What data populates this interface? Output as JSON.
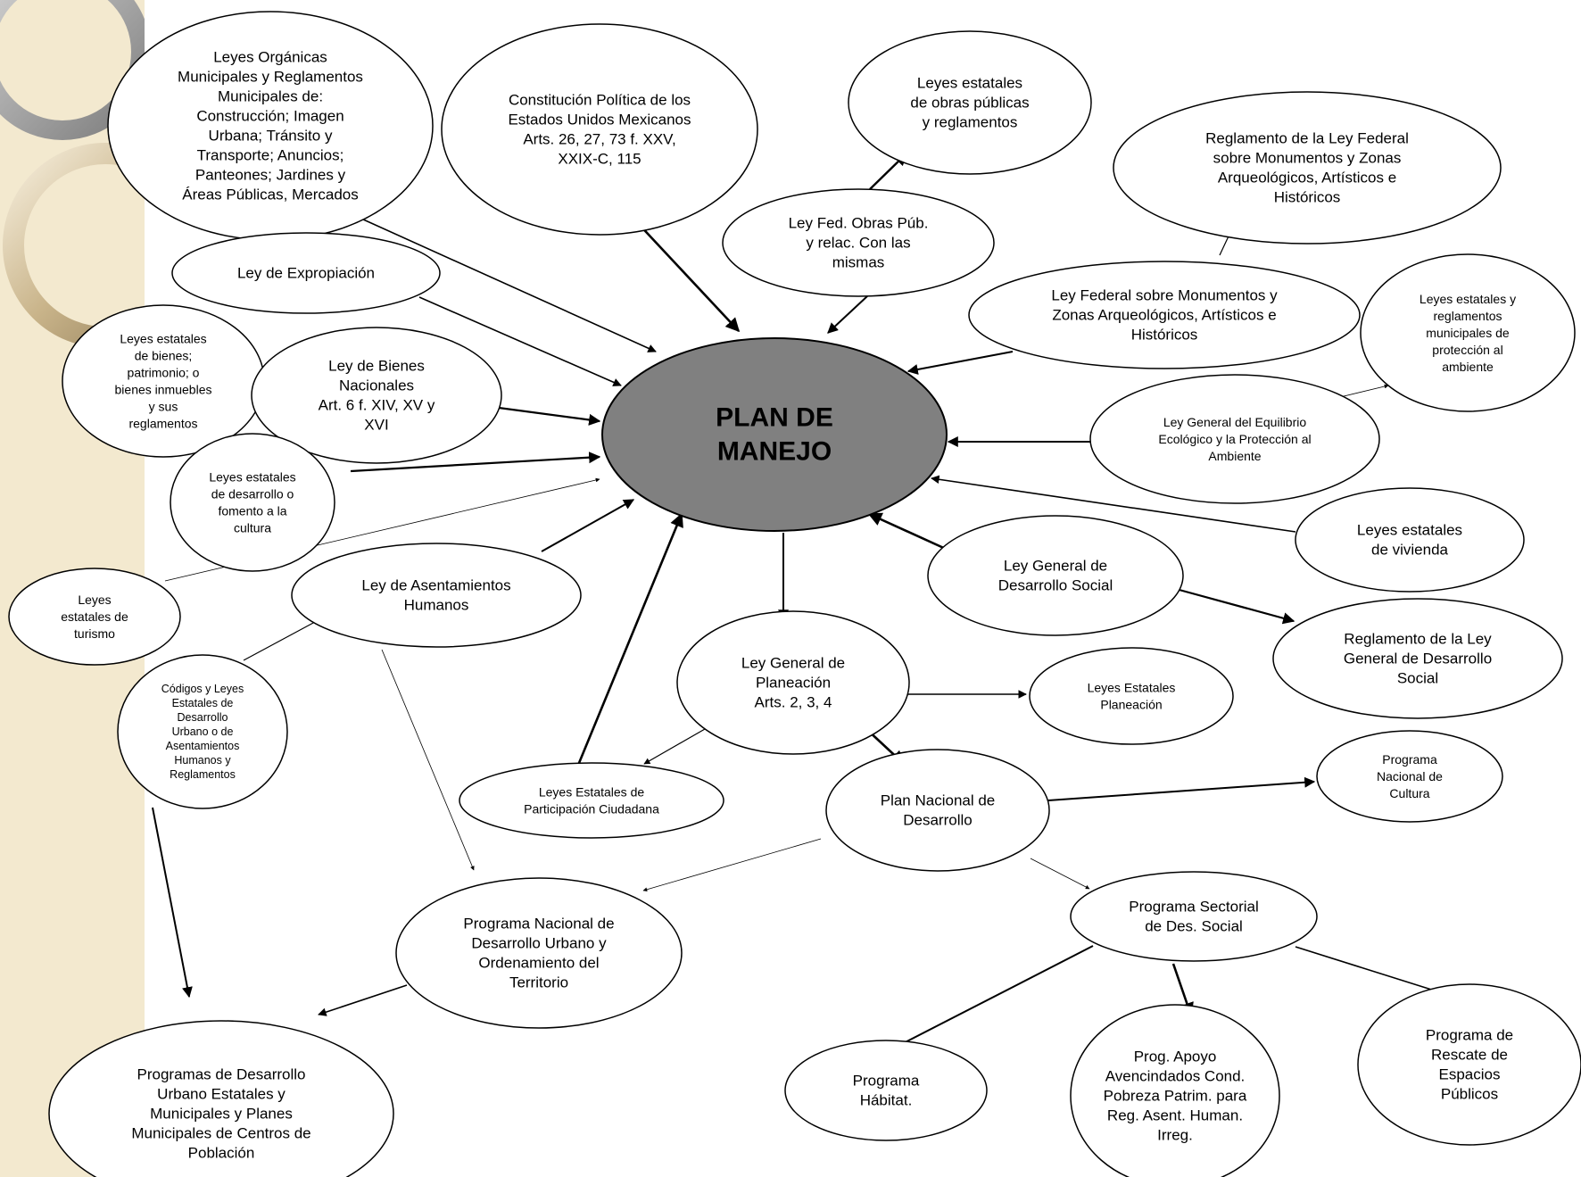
{
  "diagram": {
    "center": {
      "id": "plan",
      "lines": [
        "PLAN DE",
        "MANEJO"
      ]
    },
    "nodes": [
      {
        "id": "leyes-organicas",
        "lines": [
          "Leyes Orgánicas",
          "Municipales y Reglamentos",
          "Municipales de:",
          "Construcción; Imagen",
          "Urbana; Tránsito y",
          "Transporte; Anuncios;",
          "Panteones; Jardines y",
          "Áreas Públicas, Mercados"
        ]
      },
      {
        "id": "constitucion",
        "lines": [
          "Constitución Política de los",
          "Estados Unidos Mexicanos",
          "Arts. 26, 27, 73 f. XXV,",
          "XXIX-C, 115"
        ]
      },
      {
        "id": "leyes-obras",
        "lines": [
          "Leyes estatales",
          "de obras públicas",
          "y reglamentos"
        ]
      },
      {
        "id": "reglamento-monumentos",
        "lines": [
          "Reglamento de la Ley Federal",
          "sobre Monumentos y Zonas",
          "Arqueológicos, Artísticos e",
          "Históricos"
        ]
      },
      {
        "id": "ley-obras-pub",
        "lines": [
          "Ley Fed. Obras Púb.",
          "y relac. Con las",
          "mismas"
        ]
      },
      {
        "id": "ley-monumentos",
        "lines": [
          "Ley Federal sobre Monumentos y",
          "Zonas Arqueológicos, Artísticos e",
          "Históricos"
        ]
      },
      {
        "id": "leyes-ambiente",
        "lines": [
          "Leyes estatales y",
          "reglamentos",
          "municipales de",
          "protección al",
          "ambiente"
        ]
      },
      {
        "id": "ley-expropiacion",
        "lines": [
          "Ley de Expropiación"
        ]
      },
      {
        "id": "leyes-bienes",
        "lines": [
          "Leyes estatales",
          "de bienes;",
          "patrimonio; o",
          "bienes inmuebles",
          "y sus",
          "reglamentos"
        ]
      },
      {
        "id": "ley-bienes-nac",
        "lines": [
          "Ley de Bienes",
          "Nacionales",
          "Art. 6 f. XIV, XV y",
          "XVI"
        ]
      },
      {
        "id": "ley-equilibrio",
        "lines": [
          "Ley General del Equilibrio",
          "Ecológico y la Protección al",
          "Ambiente"
        ]
      },
      {
        "id": "leyes-cultura",
        "lines": [
          "Leyes estatales",
          "de desarrollo o",
          "fomento a la",
          "cultura"
        ]
      },
      {
        "id": "leyes-vivienda",
        "lines": [
          "Leyes estatales",
          "de vivienda"
        ]
      },
      {
        "id": "ley-desarrollo-social",
        "lines": [
          "Ley General de",
          "Desarrollo Social"
        ]
      },
      {
        "id": "leyes-turismo",
        "lines": [
          "Leyes",
          "estatales de",
          "turismo"
        ]
      },
      {
        "id": "ley-asentamientos",
        "lines": [
          "Ley de Asentamientos",
          "Humanos"
        ]
      },
      {
        "id": "reglamento-des-social",
        "lines": [
          "Reglamento de la Ley",
          "General de Desarrollo",
          "Social"
        ]
      },
      {
        "id": "codigos",
        "lines": [
          "Códigos y Leyes",
          "Estatales de",
          "Desarrollo",
          "Urbano o de",
          "Asentamientos",
          "Humanos y",
          "Reglamentos"
        ]
      },
      {
        "id": "ley-planeacion",
        "lines": [
          "Ley General de",
          "Planeación",
          "Arts. 2, 3, 4"
        ]
      },
      {
        "id": "leyes-planeacion",
        "lines": [
          "Leyes Estatales",
          "Planeación"
        ]
      },
      {
        "id": "programa-cultura",
        "lines": [
          "Programa",
          "Nacional de",
          "Cultura"
        ]
      },
      {
        "id": "leyes-participacion",
        "lines": [
          "Leyes Estatales de",
          "Participación Ciudadana"
        ]
      },
      {
        "id": "plan-nacional",
        "lines": [
          "Plan Nacional de",
          "Desarrollo"
        ]
      },
      {
        "id": "programa-urbano",
        "lines": [
          "Programa Nacional de",
          "Desarrollo Urbano y",
          "Ordenamiento del",
          "Territorio"
        ]
      },
      {
        "id": "programa-sectorial",
        "lines": [
          "Programa Sectorial",
          "de Des. Social"
        ]
      },
      {
        "id": "programas-estatales",
        "lines": [
          "Programas de Desarrollo",
          "Urbano Estatales y",
          "Municipales y Planes",
          "Municipales de Centros de",
          "Población"
        ]
      },
      {
        "id": "programa-rescate",
        "lines": [
          "Programa de",
          "Rescate de",
          "Espacios",
          "Públicos"
        ]
      },
      {
        "id": "prog-apoyo",
        "lines": [
          "Prog. Apoyo",
          "Avencindados Cond.",
          "Pobreza Patrim. para",
          "Reg. Asent. Human.",
          "Irreg."
        ]
      },
      {
        "id": "programa-habitat",
        "lines": [
          "Programa",
          "Hábitat."
        ]
      }
    ]
  }
}
